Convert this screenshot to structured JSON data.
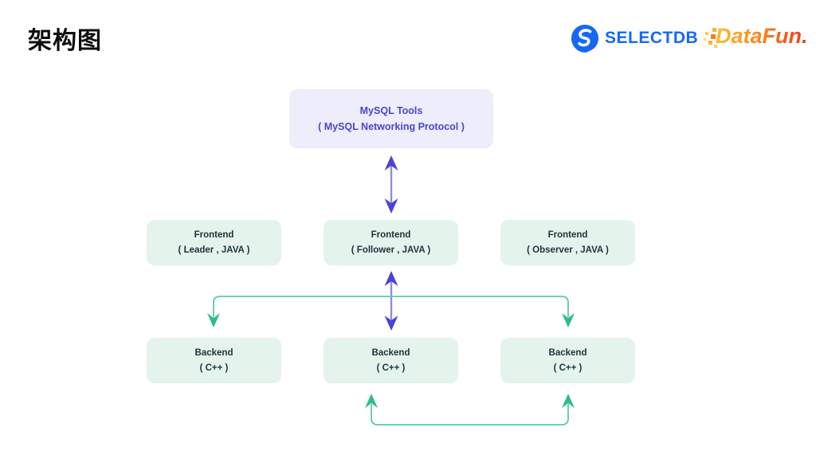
{
  "page": {
    "title": "架构图"
  },
  "header": {
    "selectdb_logo_text": "SELECTDB",
    "selectdb_color": "#1568f4",
    "datafun_logo_text": "DataFun.",
    "datafun_gradient_from": "#fdb92e",
    "datafun_gradient_to": "#e93619"
  },
  "diagram": {
    "mysql_tools": {
      "title": "MySQL Tools",
      "subtitle": "( MySQL Networking Protocol )",
      "bg": "#ededfb",
      "text_color": "#4a46d0"
    },
    "frontends": [
      {
        "title": "Frontend",
        "subtitle": "( Leader , JAVA )"
      },
      {
        "title": "Frontend",
        "subtitle": "( Follower , JAVA )"
      },
      {
        "title": "Frontend",
        "subtitle": "( Observer , JAVA )"
      }
    ],
    "backends": [
      {
        "title": "Backend",
        "subtitle": "( C++ )"
      },
      {
        "title": "Backend",
        "subtitle": "( C++ )"
      },
      {
        "title": "Backend",
        "subtitle": "( C++ )"
      }
    ],
    "colors": {
      "node_bg": "#e4f4ec",
      "node_text": "#1b333d",
      "purple_arrow_head": "#4a42d8",
      "purple_arrow_stem": "#8e8ce0",
      "green_arrow_head": "#2cbd8a",
      "green_arrow_line": "#5ccba2"
    },
    "connections": [
      "MySQL Tools <-> Frontend (Follower)",
      "Frontend (Follower) <-> Backend (middle)",
      "Frontend (Follower) -> Backend (left)",
      "Frontend (Follower) -> Backend (right)",
      "Backend bottom link -> Backend (middle) and Backend (right)"
    ]
  }
}
